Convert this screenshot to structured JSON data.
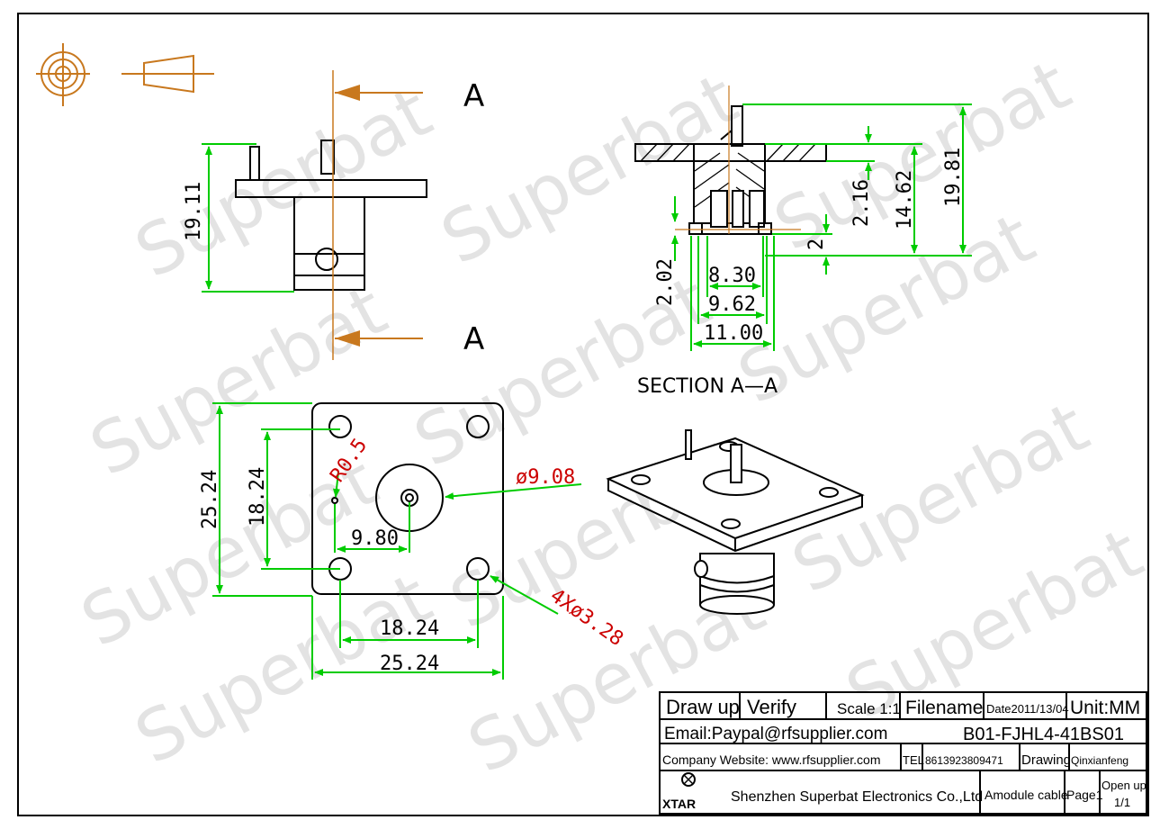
{
  "watermark": "Superbat",
  "section_marks": {
    "top": "A",
    "bottom": "A"
  },
  "section_title": "SECTION  A—A",
  "dims": {
    "side_height": "19.11",
    "sec_d1": "2.16",
    "sec_d2": "14.62",
    "sec_d3": "19.81",
    "sec_d4": "2",
    "sec_d5": "2.02",
    "sec_w1": "8.30",
    "sec_w2": "9.62",
    "sec_w3": "11.00",
    "front_h1": "25.24",
    "front_h2": "18.24",
    "front_r": "R0.5",
    "front_dia": "ø9.08",
    "front_off": "9.80",
    "front_holes": "4Xø3.28",
    "front_w1": "18.24",
    "front_w2": "25.24"
  },
  "title_block": {
    "draw_up": "Draw up",
    "verify": "Verify",
    "scale": "Scale 1:1",
    "filename": "Filename",
    "date": "Date2011/13/04",
    "unit": "Unit:MM",
    "email": "Email:Paypal@rfsupplier.com",
    "part_no": "B01-FJHL4-41BS01",
    "website": "Company Website:  www.rfsupplier.com",
    "tel_label": "TEL",
    "tel": "8613923809471",
    "drawing": "Drawing",
    "drawer": "Qinxianfeng",
    "logo": "XTAR",
    "company": "Shenzhen Superbat Electronics Co.,Ltd",
    "product": "Amodule cable",
    "page": "Page1",
    "open_up": "Open up",
    "sheet": "1/1"
  }
}
